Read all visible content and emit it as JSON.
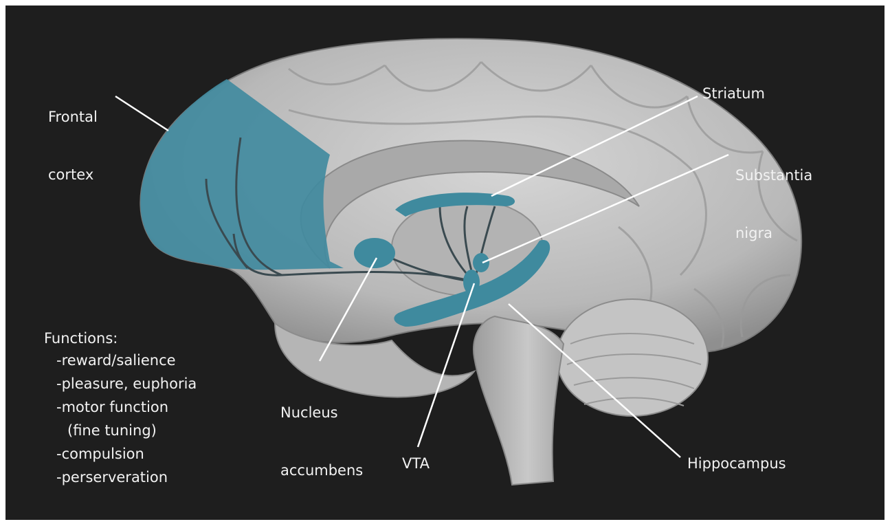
{
  "labels": {
    "frontal_cortex": [
      "Frontal",
      "cortex"
    ],
    "striatum": "Striatum",
    "substantia_nigra": [
      "Substantia",
      "nigra"
    ],
    "nucleus_accumbens": [
      "Nucleus",
      "accumbens"
    ],
    "vta": "VTA",
    "hippocampus": "Hippocampus"
  },
  "functions": {
    "heading": "Functions:",
    "items": [
      "-reward/salience",
      "-pleasure, euphoria",
      "-motor function",
      "(fine tuning)",
      "-compulsion",
      "-perserveration"
    ]
  },
  "colors": {
    "background": "#1e1e1e",
    "brain": "#bfbfbf",
    "highlight": "#3f8a9e",
    "text": "#f2f2f2",
    "pointer": "#ffffff"
  }
}
